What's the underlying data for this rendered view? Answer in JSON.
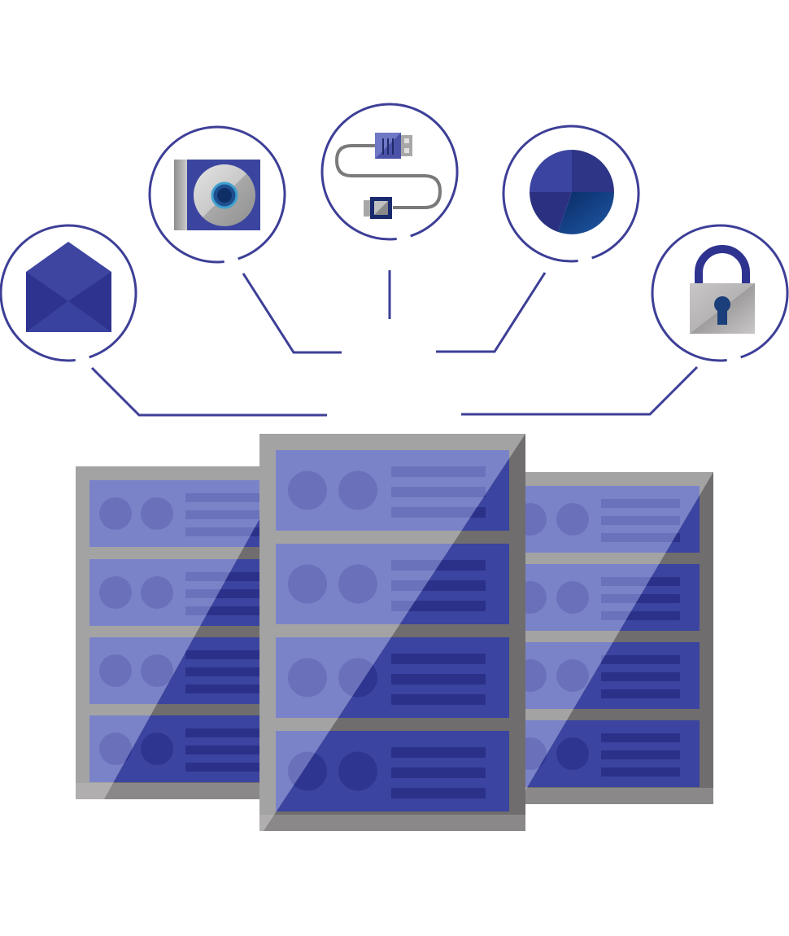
{
  "colors": {
    "line": "#3d3f97",
    "panel_light": "#7b83c8",
    "panel_dark": "#3b44a0",
    "dot_light": "#6a70ba",
    "dot_dark": "#2e3590",
    "frame_light": "#a3a3a3",
    "frame_dark": "#6f6d6d",
    "frame_bottom": "#8a8888"
  },
  "icons": [
    {
      "name": "envelope-icon"
    },
    {
      "name": "camera-lens-icon"
    },
    {
      "name": "usb-cable-icon"
    },
    {
      "name": "pie-chart-icon"
    },
    {
      "name": "padlock-icon"
    }
  ],
  "racks": [
    {
      "name": "server-rack-left",
      "units": 4
    },
    {
      "name": "server-rack-center",
      "units": 4
    },
    {
      "name": "server-rack-right",
      "units": 4
    }
  ]
}
